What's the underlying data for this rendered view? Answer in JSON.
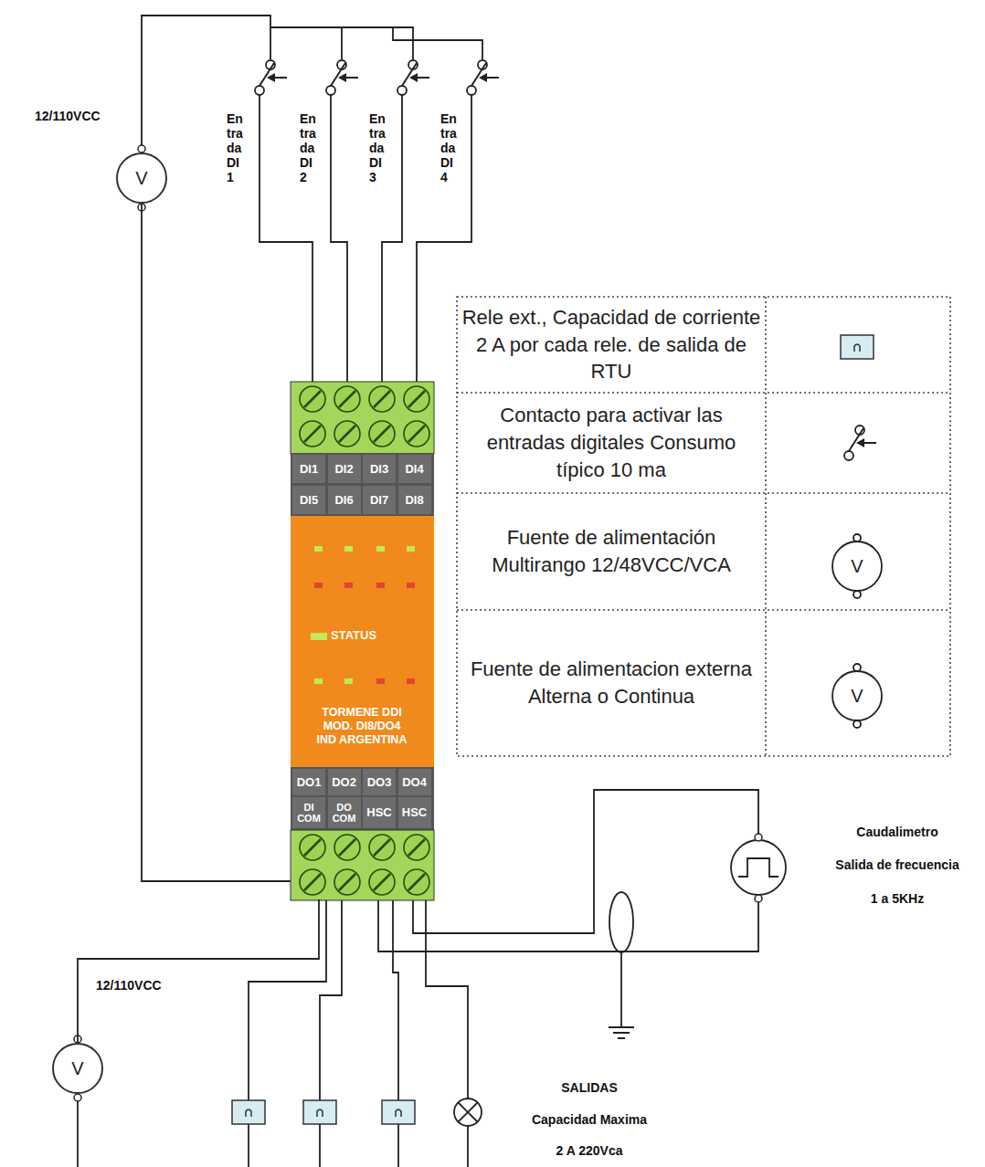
{
  "diagram": {
    "nodes": [
      {
        "text": [
          "V"
        ]
      },
      {
        "text": [
          "STATUS",
          "TORMENE DDI MOD. DI8/DO4 IND ARGENTINA"
        ]
      },
      {
        "text": [
          "V"
        ]
      }
    ],
    "edges": [
      {
        "from": 0,
        "to": 1,
        "arrow": "none"
      },
      {
        "from": 2,
        "to": 1,
        "arrow": "none"
      }
    ],
    "labels": [
      "12/110VCC",
      "Entrada DI 1",
      "Entrada DI 2",
      "Entrada DI 3",
      "Entrada DI 4",
      "DI1",
      "DI2",
      "DI3",
      "DI4",
      "DI5",
      "DI6",
      "DI7",
      "DI8",
      "DO1",
      "DO2",
      "DO3",
      "DO4",
      "DI COM",
      "DO COM",
      "HSC",
      "HSC",
      "V",
      "V",
      "Caudalimetro",
      "Salida de frecuencia",
      "1 a 5KHz",
      "12/110VCC",
      "SALIDAS",
      "Capacidad Maxima",
      "2 A 220Vca"
    ],
    "legend": [
      {
        "text": "Rele ext., Capacidad de corriente 2 A por cada rele. de salida de RTU"
      },
      {
        "text": "Contacto para activar las entradas digitales Consumo típico 10 ma"
      },
      {
        "text": "Fuente de alimentación Multirango 12/48VCC/VCA"
      },
      {
        "text": "Fuente de alimentacion externa Alterna o Continua"
      }
    ]
  }
}
